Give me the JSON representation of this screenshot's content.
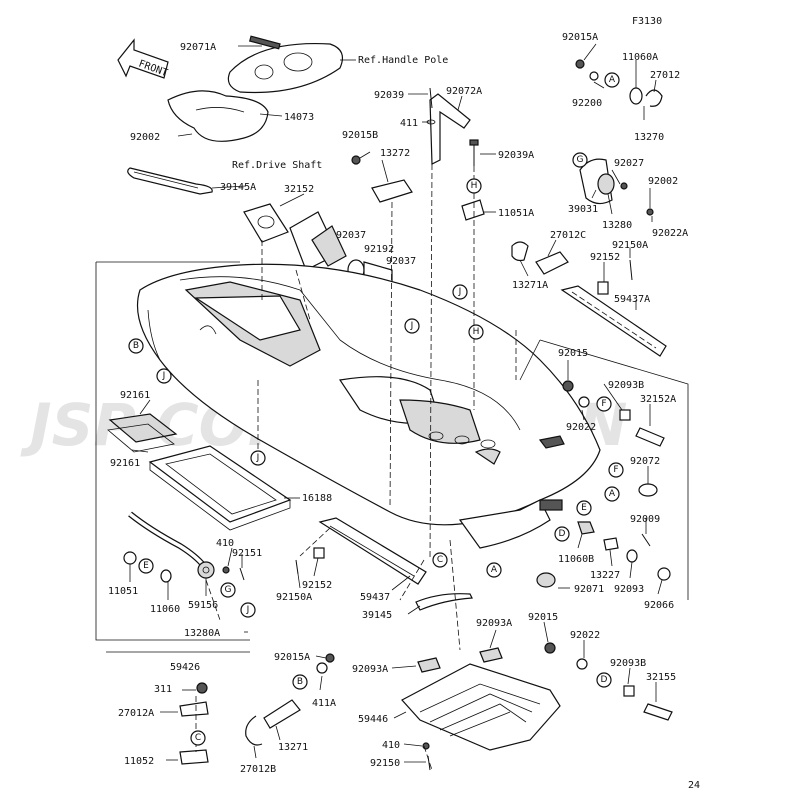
{
  "figure_code": "F3130",
  "page_number": "24",
  "watermark": "JSP CORPORATION",
  "front_arrow": "FRONT",
  "refs": {
    "handle_pole": "Ref.Handle Pole",
    "drive_shaft": "Ref.Drive Shaft"
  },
  "labels": {
    "p92071A": "92071A",
    "p14073": "14073",
    "p92002_a": "92002",
    "p39145A": "39145A",
    "p32152": "32152",
    "p92037_a": "92037",
    "p92192": "92192",
    "p92037_b": "92037",
    "p92039": "92039",
    "p92072A": "92072A",
    "p411": "411",
    "p92015B": "92015B",
    "p13272": "13272",
    "p92039A": "92039A",
    "p11051A": "11051A",
    "p92015A_a": "92015A",
    "p11060A": "11060A",
    "p27012": "27012",
    "p92200": "92200",
    "p13270": "13270",
    "p92027": "92027",
    "p92002_b": "92002",
    "p39031": "39031",
    "p13280": "13280",
    "p92022A": "92022A",
    "p27012C": "27012C",
    "p92150A_a": "92150A",
    "p92152_a": "92152",
    "p13271A": "13271A",
    "p59437A": "59437A",
    "p92015_a": "92015",
    "p92093B_a": "92093B",
    "p32152A": "32152A",
    "p92022_a": "92022",
    "p92072": "92072",
    "p92161_a": "92161",
    "p92161_b": "92161",
    "p16188": "16188",
    "p410_a": "410",
    "p92151": "92151",
    "p11051": "11051",
    "p11060": "11060",
    "p59156": "59156",
    "p13280A": "13280A",
    "p92152_b": "92152",
    "p92150A_b": "92150A",
    "p59437": "59437",
    "p39145": "39145",
    "p92071": "92071",
    "p11060B": "11060B",
    "p92009": "92009",
    "p13227": "13227",
    "p92093": "92093",
    "p92066": "92066",
    "p59426": "59426",
    "p92015A_b": "92015A",
    "p92093A_a": "92093A",
    "p92093A_b": "92093A",
    "p92015_b": "92015",
    "p92022_b": "92022",
    "p92093B_b": "92093B",
    "p32155": "32155",
    "p311": "311",
    "p27012A": "27012A",
    "p411A": "411A",
    "p13271": "13271",
    "p59446": "59446",
    "p11052": "11052",
    "p27012B": "27012B",
    "p410_b": "410",
    "p92150": "92150"
  },
  "callouts": {
    "A": "A",
    "B": "B",
    "C": "C",
    "D": "D",
    "E": "E",
    "F": "F",
    "G": "G",
    "H": "H",
    "J": "J"
  }
}
